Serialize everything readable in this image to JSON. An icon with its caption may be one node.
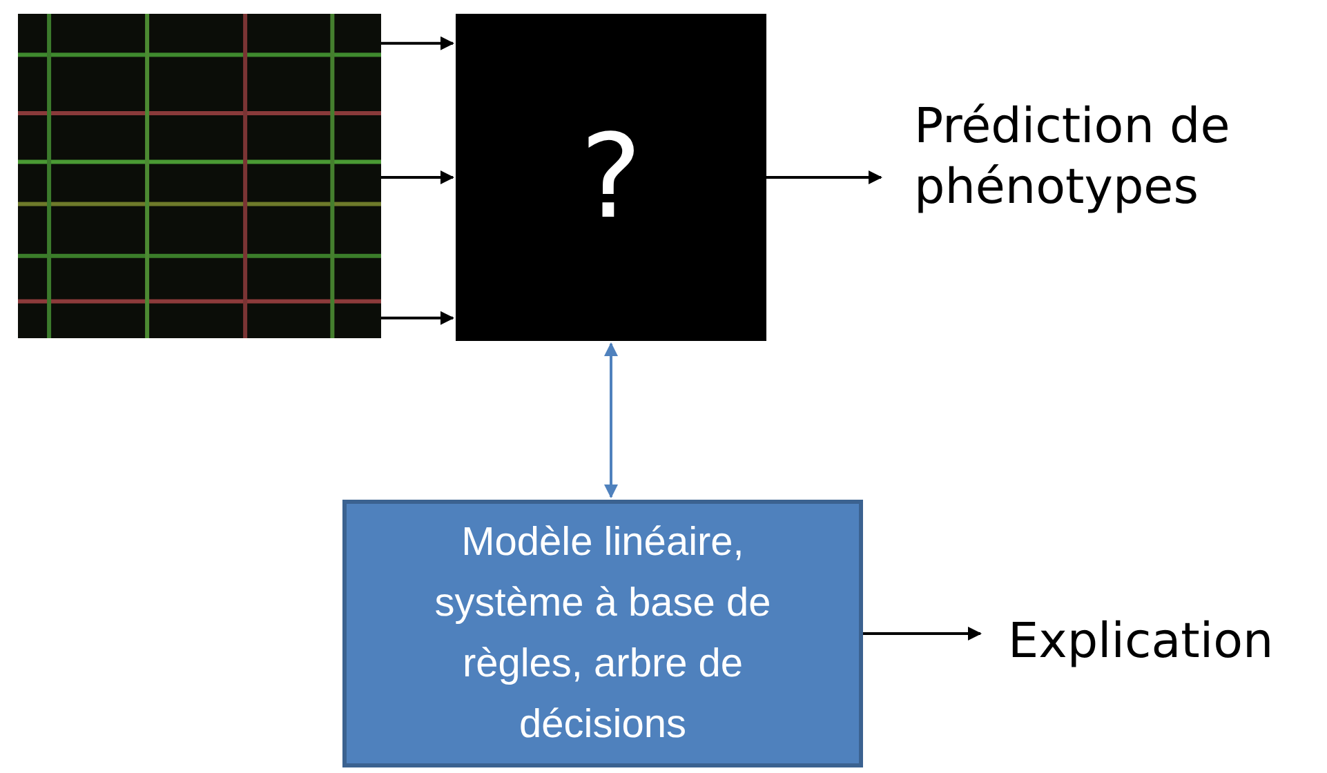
{
  "diagram": {
    "nodes": [
      {
        "text": [],
        "shape": "picture"
      },
      {
        "text": [
          "?"
        ]
      },
      {
        "text": [
          "Prédiction de phénotypes"
        ]
      },
      {
        "text": [
          "Modèle linéaire, système à base de règles, arbre de décisions"
        ]
      },
      {
        "text": [
          "Explication"
        ]
      }
    ],
    "edges": [
      {
        "from": 0,
        "to": 1,
        "arrow": "to"
      },
      {
        "from": 0,
        "to": 1,
        "arrow": "to"
      },
      {
        "from": 0,
        "to": 1,
        "arrow": "to"
      },
      {
        "from": 1,
        "to": 2,
        "arrow": "to"
      },
      {
        "from": 1,
        "to": 3,
        "arrow": "both",
        "color": "#4f81bd"
      },
      {
        "from": 3,
        "to": 4,
        "arrow": "to"
      }
    ]
  }
}
